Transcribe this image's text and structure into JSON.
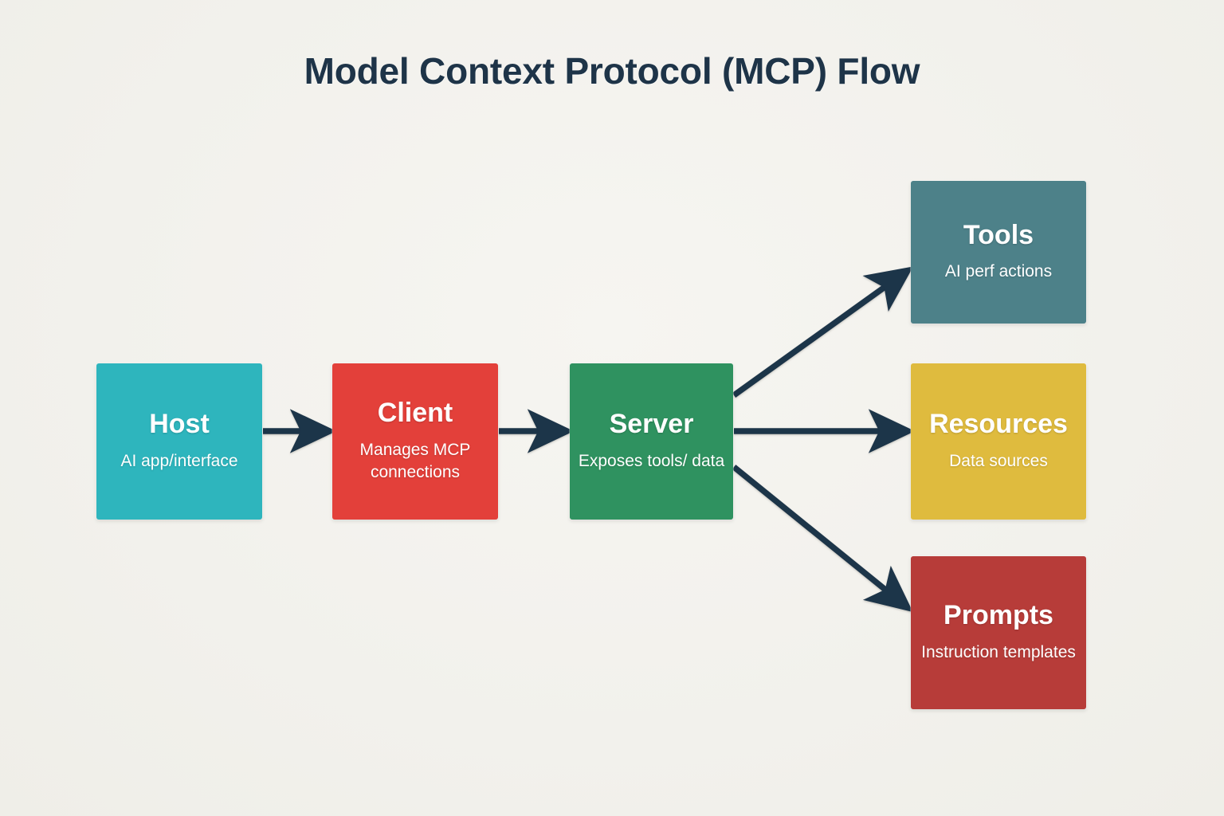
{
  "page": {
    "title": "Model Context Protocol (MCP) Flow",
    "background_color": "#f4f3ef",
    "title_color": "#1e3448",
    "arrow_color": "#1e3448"
  },
  "diagram": {
    "type": "flow",
    "nodes": [
      {
        "id": "host",
        "title": "Host",
        "subtitle": "AI app/interface",
        "color": "#2eb5bd",
        "column": 1
      },
      {
        "id": "client",
        "title": "Client",
        "subtitle": "Manages MCP connections",
        "color": "#e3403a",
        "column": 2
      },
      {
        "id": "server",
        "title": "Server",
        "subtitle": "Exposes tools/ data",
        "color": "#2f9260",
        "column": 3
      },
      {
        "id": "tools",
        "title": "Tools",
        "subtitle": "AI perf actions",
        "color": "#4d8189",
        "column": 4
      },
      {
        "id": "resources",
        "title": "Resources",
        "subtitle": "Data sources",
        "color": "#dfbb3e",
        "column": 4
      },
      {
        "id": "prompts",
        "title": "Prompts",
        "subtitle": "Instruction templates",
        "color": "#b73c39",
        "column": 4
      }
    ],
    "edges": [
      {
        "id": "host-to-client",
        "from": "host",
        "to": "client",
        "style": "solid-arrow"
      },
      {
        "id": "client-to-server",
        "from": "client",
        "to": "server",
        "style": "solid-arrow"
      },
      {
        "id": "server-to-tools",
        "from": "server",
        "to": "tools",
        "style": "solid-arrow"
      },
      {
        "id": "server-to-resources",
        "from": "server",
        "to": "resources",
        "style": "solid-arrow"
      },
      {
        "id": "server-to-prompts",
        "from": "server",
        "to": "prompts",
        "style": "solid-arrow"
      }
    ]
  }
}
